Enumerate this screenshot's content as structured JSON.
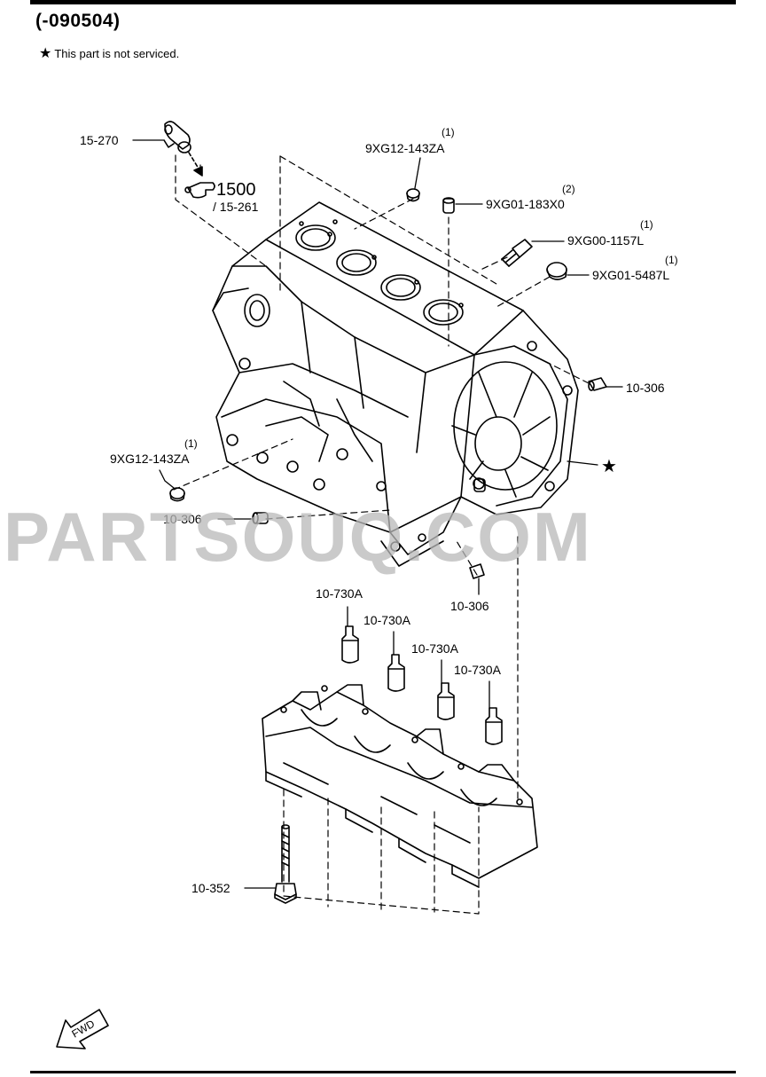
{
  "header": {
    "title": "(-090504)",
    "note_star": "★",
    "note_text": "This part is not serviced."
  },
  "parts": {
    "p15_270": "15-270",
    "p1500": "1500",
    "p15_261": "/ 15-261",
    "p9xg12_top": "9XG12-143ZA",
    "p9xg12_top_qty": "(1)",
    "p9xg01_183": "9XG01-183X0",
    "p9xg01_183_qty": "(2)",
    "p9xg00_1157": "9XG00-1157L",
    "p9xg00_1157_qty": "(1)",
    "p9xg01_5487": "9XG01-5487L",
    "p9xg01_5487_qty": "(1)",
    "p10_306_a": "10-306",
    "p9xg12_left": "9XG12-143ZA",
    "p9xg12_left_qty": "(1)",
    "p10_306_b": "10-306",
    "p10_306_c": "10-306",
    "p10_730_1": "10-730A",
    "p10_730_2": "10-730A",
    "p10_730_3": "10-730A",
    "p10_730_4": "10-730A",
    "p10_352": "10-352",
    "star_marker": "★"
  },
  "fwd_label": "FWD",
  "watermark": "PARTSOUQ.COM"
}
